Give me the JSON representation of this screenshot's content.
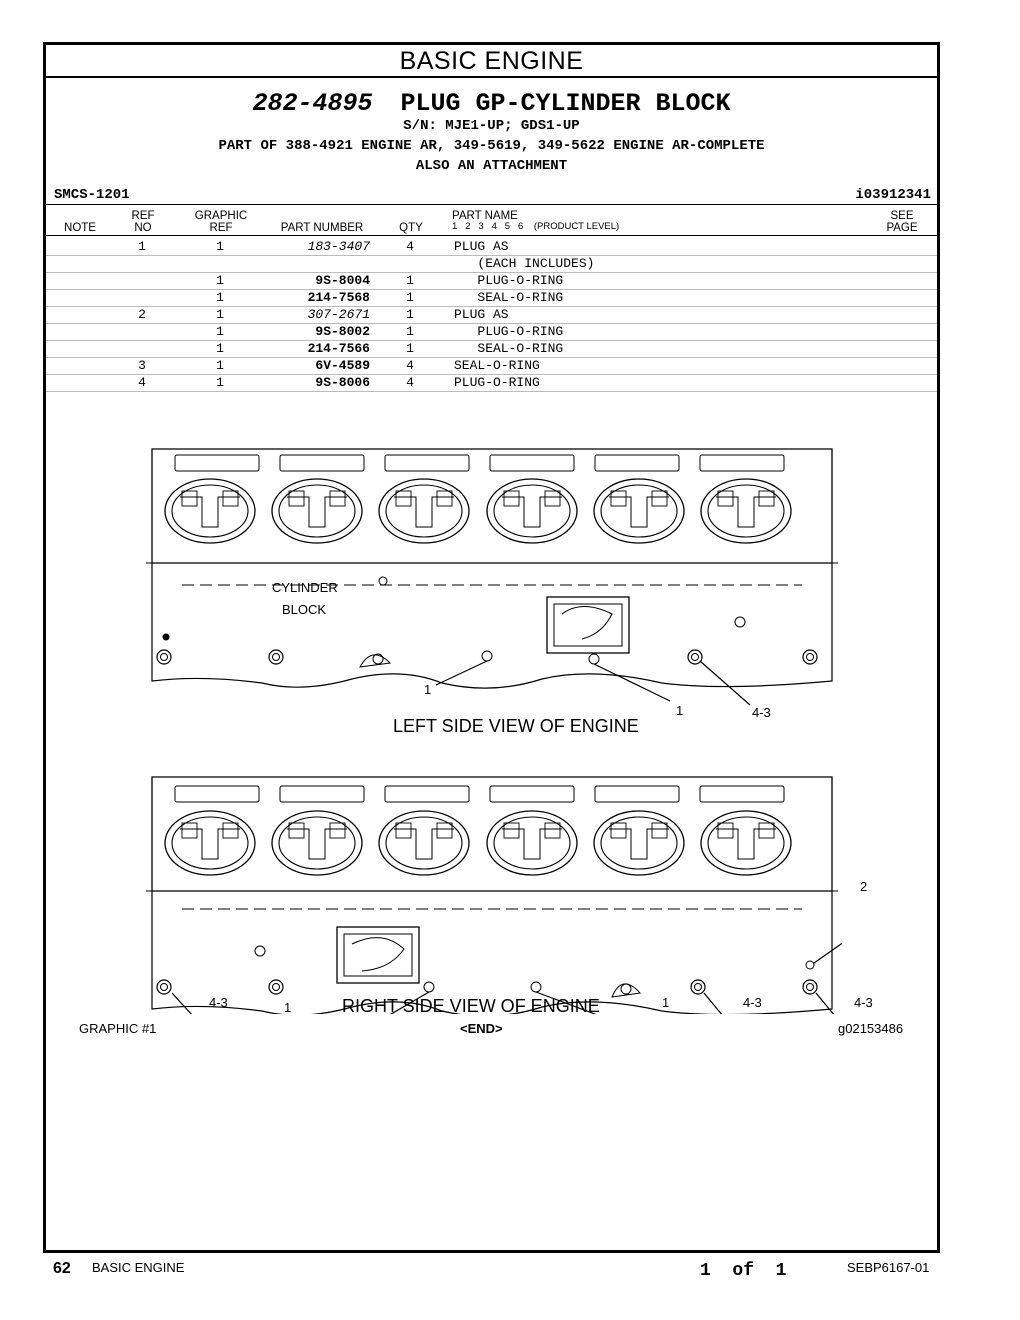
{
  "section_title": "BASIC ENGINE",
  "header": {
    "part_number": "282-4895",
    "part_name": "PLUG GP-CYLINDER BLOCK",
    "serial": "S/N: MJE1-UP; GDS1-UP",
    "part_of": "PART OF 388-4921 ENGINE AR, 349-5619, 349-5622 ENGINE AR-COMPLETE",
    "also": "ALSO AN ATTACHMENT",
    "smcs": "SMCS-1201",
    "illustration_id": "i03912341"
  },
  "columns": {
    "note": "NOTE",
    "ref_no": [
      "REF",
      "NO"
    ],
    "graphic_ref": [
      "GRAPHIC",
      "REF"
    ],
    "part_number": "PART NUMBER",
    "qty": "QTY",
    "part_name": "PART NAME",
    "levels": "1   2   3   4   5   6    (PRODUCT LEVEL)",
    "see_page": [
      "SEE",
      "PAGE"
    ]
  },
  "rows": [
    {
      "ref": "1",
      "gref": "1",
      "pn": "183-3407",
      "style": "i",
      "qty": "4",
      "name": "PLUG AS"
    },
    {
      "ref": "",
      "gref": "",
      "pn": "",
      "style": "",
      "qty": "",
      "name": "   (EACH INCLUDES)"
    },
    {
      "ref": "",
      "gref": "1",
      "pn": "9S-8004",
      "style": "b",
      "qty": "1",
      "name": "   PLUG-O-RING"
    },
    {
      "ref": "",
      "gref": "1",
      "pn": "214-7568",
      "style": "b",
      "qty": "1",
      "name": "   SEAL-O-RING"
    },
    {
      "ref": "2",
      "gref": "1",
      "pn": "307-2671",
      "style": "i",
      "qty": "1",
      "name": "PLUG AS"
    },
    {
      "ref": "",
      "gref": "1",
      "pn": "9S-8002",
      "style": "b",
      "qty": "1",
      "name": "   PLUG-O-RING"
    },
    {
      "ref": "",
      "gref": "1",
      "pn": "214-7566",
      "style": "b",
      "qty": "1",
      "name": "   SEAL-O-RING"
    },
    {
      "ref": "3",
      "gref": "1",
      "pn": "6V-4589",
      "style": "b",
      "qty": "4",
      "name": "SEAL-O-RING"
    },
    {
      "ref": "4",
      "gref": "1",
      "pn": "9S-8006",
      "style": "b",
      "qty": "4",
      "name": "PLUG-O-RING"
    }
  ],
  "graphic": {
    "left_view_caption": "LEFT SIDE VIEW OF ENGINE",
    "right_view_caption": "RIGHT SIDE VIEW OF ENGINE",
    "cylinder_label_1": "CYLINDER",
    "cylinder_label_2": "BLOCK",
    "callout_1": "1",
    "callout_2": "2",
    "callout_43": "4-3",
    "graphic_no": "GRAPHIC #1",
    "end": "<END>",
    "graphic_id": "g02153486"
  },
  "footer": {
    "page": "62",
    "section": "BASIC ENGINE",
    "page_of": "1  of  1",
    "doc": "SEBP6167-01"
  }
}
